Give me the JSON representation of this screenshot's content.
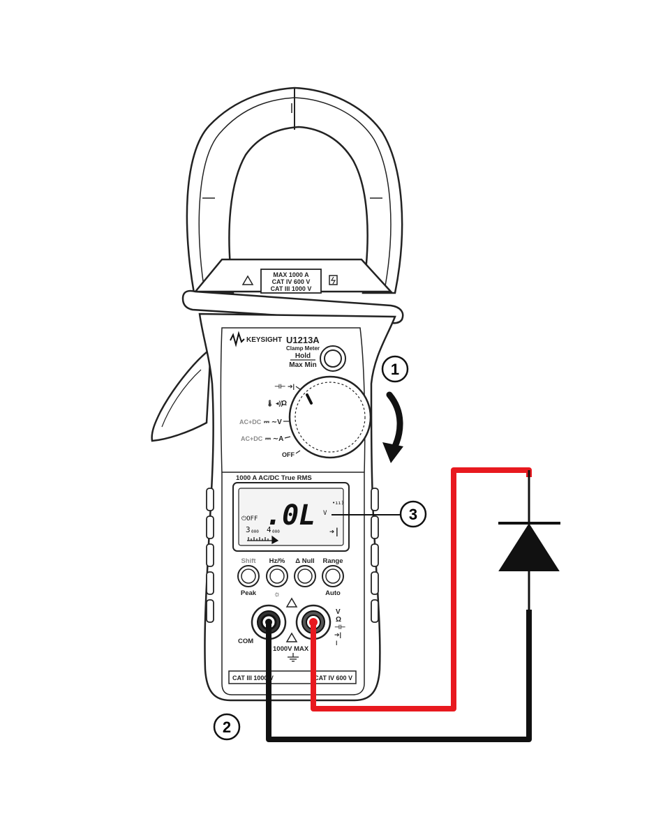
{
  "meter": {
    "brand": "KEYSIGHT",
    "model": "U1213A",
    "subtitle": "Clamp Meter",
    "jaw_rating": [
      "MAX 1000 A",
      "CAT IV 600 V",
      "CAT III 1000 V"
    ],
    "hold_label": "Hold",
    "maxmin_label": "Max Min",
    "dial_positions": [
      "OFF",
      "AC+DC ⎓ ∼A",
      "AC+DC ⎓ ∼V",
      "Ω",
      "⊣⊢ ➔|"
    ],
    "dial_label_off": "OFF",
    "dial_label_acdc_a": "AC+DC",
    "dial_label_acdc_v": "AC+DC",
    "dial_sym_a": "~A",
    "dial_sym_v": "~V",
    "dial_sym_ohm": "Ω",
    "spec_band": "1000 A AC/DC True RMS",
    "display": {
      "reading": ".0L",
      "unit": "V",
      "apo": "⏻OFF",
      "bar_min": "3",
      "bar_min_sub": "000",
      "bar_max": "4",
      "bar_max_sub": "000",
      "beeper": "•ıı)"
    },
    "buttons": [
      {
        "top": "Shift",
        "bottom": "Peak"
      },
      {
        "top": "Hz/%",
        "bottom": "☼"
      },
      {
        "top": "Δ Null",
        "bottom": ""
      },
      {
        "top": "Range",
        "bottom": "Auto"
      }
    ],
    "terminal_com": "COM",
    "terminal_max": "1000V MAX",
    "cat_left": "CAT III 1000 V",
    "cat_right": "CAT IV 600 V",
    "terminal_symbols": [
      "V",
      "Ω",
      "⊣⊢",
      "➔|",
      "🌡"
    ]
  },
  "callouts": [
    "1",
    "2",
    "3"
  ],
  "colors": {
    "red_lead": "#e8191f",
    "black_lead": "#111111",
    "outline": "#222222"
  }
}
